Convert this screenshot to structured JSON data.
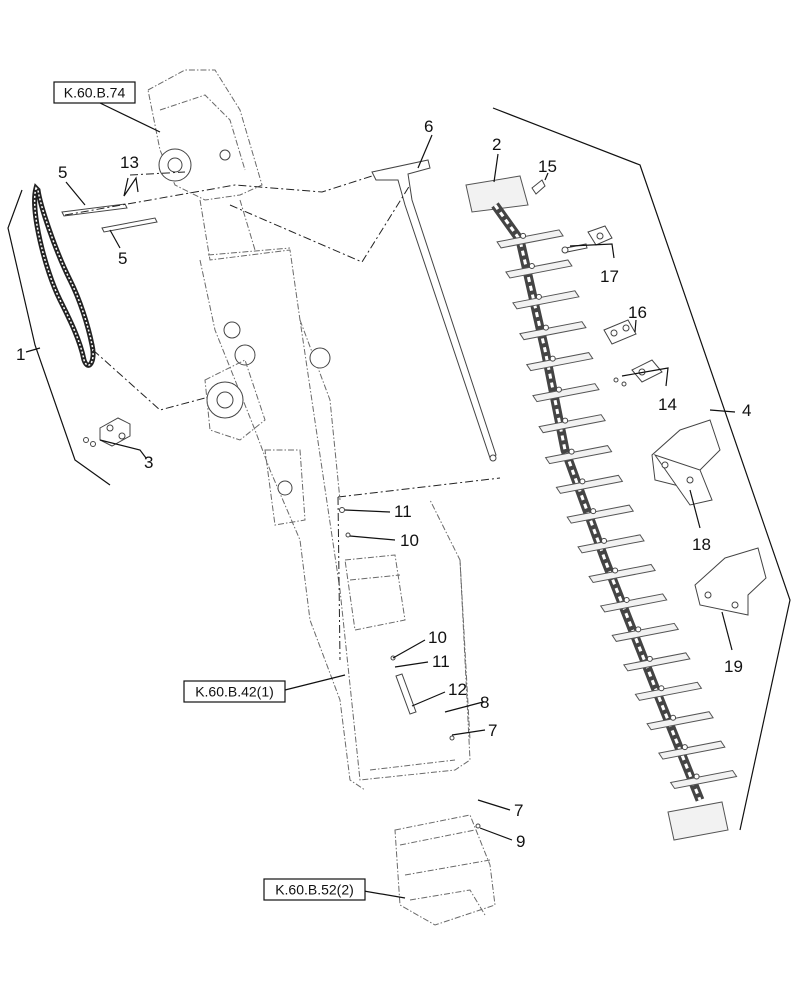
{
  "references": [
    {
      "id": "ref-top",
      "text": "K.60.B.74"
    },
    {
      "id": "ref-mid",
      "text": "K.60.B.42(1)"
    },
    {
      "id": "ref-bottom",
      "text": "K.60.B.52(2)"
    }
  ],
  "callouts": {
    "c1": "1",
    "c2": "2",
    "c3": "3",
    "c4": "4",
    "c5a": "5",
    "c5b": "5",
    "c6": "6",
    "c7a": "7",
    "c7b": "7",
    "c8": "8",
    "c9": "9",
    "c10a": "10",
    "c10b": "10",
    "c11a": "11",
    "c11b": "11",
    "c12": "12",
    "c13": "13",
    "c14": "14",
    "c15": "15",
    "c16": "16",
    "c17": "17",
    "c18": "18",
    "c19": "19"
  }
}
